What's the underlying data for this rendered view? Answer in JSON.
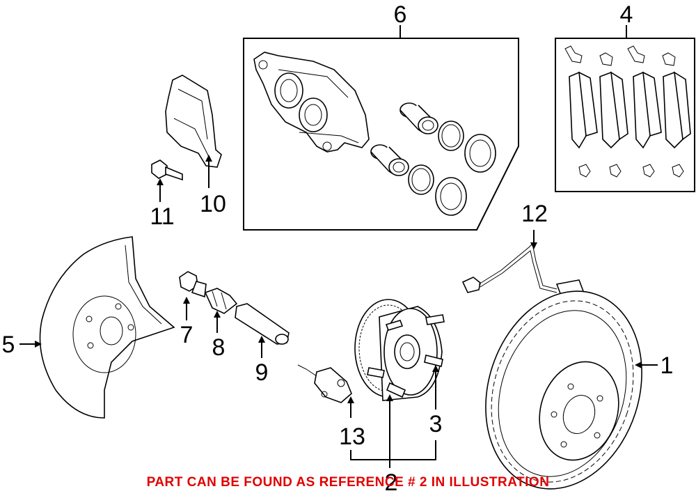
{
  "callouts": {
    "c1": "1",
    "c2": "2",
    "c3": "3",
    "c4": "4",
    "c5": "5",
    "c6": "6",
    "c7": "7",
    "c8": "8",
    "c9": "9",
    "c10": "10",
    "c11": "11",
    "c12": "12",
    "c13": "13"
  },
  "caption": "PART CAN BE FOUND AS REFERENCE # 2 IN ILLUSTRATION",
  "colors": {
    "caption": "#e00000",
    "line": "#000000",
    "background": "#ffffff"
  }
}
